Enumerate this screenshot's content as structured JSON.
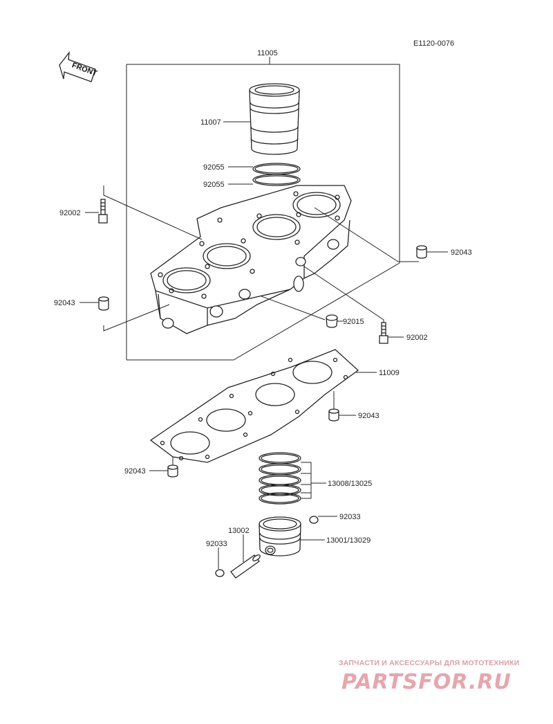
{
  "diagram_code": "E1120-0076",
  "front_label": "FRONT",
  "watermark": {
    "subtitle": "ЗАПЧАСТИ И АКСЕССУАРЫ ДЛЯ МОТОТЕХНИКИ",
    "brand": "PARTSFOR.RU"
  },
  "callouts": {
    "c11005": "11005",
    "c11007": "11007",
    "c92055a": "92055",
    "c92055b": "92055",
    "c92002a": "92002",
    "c92043a": "92043",
    "c92043b": "92043",
    "c92015": "92015",
    "c92002b": "92002",
    "c11009": "11009",
    "c92043c": "92043",
    "c92043d": "92043",
    "c13008": "13008/13025",
    "c92033a": "92033",
    "c13002": "13002",
    "c13001": "13001/13029",
    "c92033b": "92033"
  }
}
